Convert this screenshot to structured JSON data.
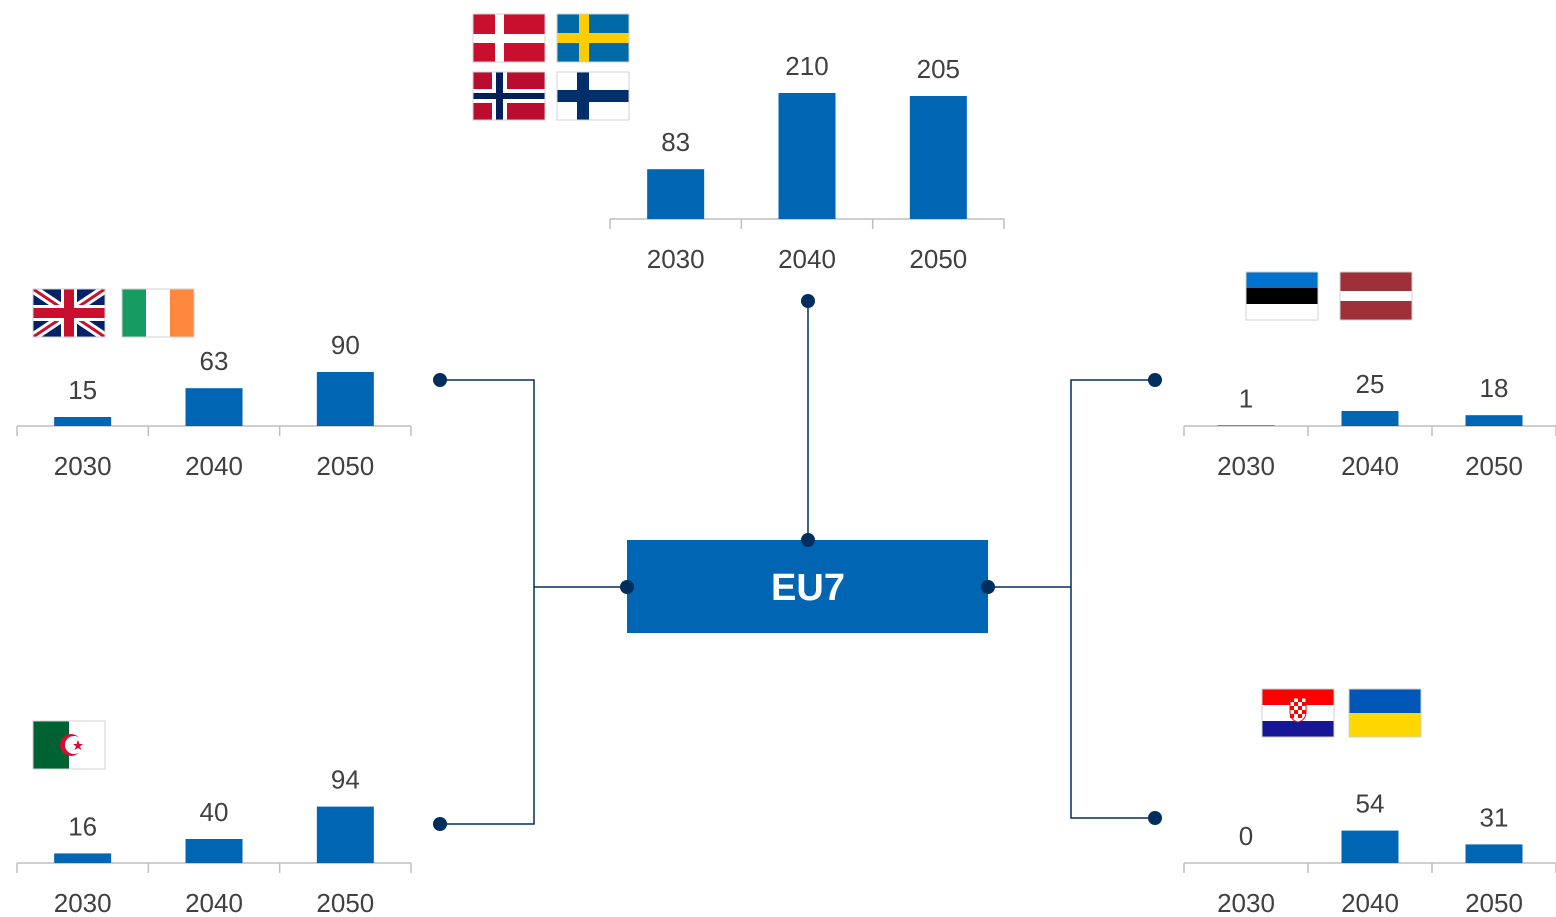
{
  "hub": {
    "label": "EU7"
  },
  "colors": {
    "bar": "#0066b3",
    "connector": "#002f5f",
    "axis": "#bfbfbf",
    "text": "#404040",
    "hub_fill": "#0066b3",
    "hub_text": "#ffffff"
  },
  "chart_data": [
    {
      "type": "bar",
      "region": "nordic",
      "flags": [
        "denmark-flag",
        "sweden-flag",
        "norway-flag",
        "finland-flag"
      ],
      "categories": [
        "2030",
        "2040",
        "2050"
      ],
      "values": [
        83,
        210,
        205
      ],
      "title": "",
      "xlabel": "",
      "ylabel": ""
    },
    {
      "type": "bar",
      "region": "uk-ireland",
      "flags": [
        "united-kingdom-flag",
        "ireland-flag"
      ],
      "categories": [
        "2030",
        "2040",
        "2050"
      ],
      "values": [
        15,
        63,
        90
      ],
      "title": "",
      "xlabel": "",
      "ylabel": ""
    },
    {
      "type": "bar",
      "region": "algeria",
      "flags": [
        "algeria-flag"
      ],
      "categories": [
        "2030",
        "2040",
        "2050"
      ],
      "values": [
        16,
        40,
        94
      ],
      "title": "",
      "xlabel": "",
      "ylabel": ""
    },
    {
      "type": "bar",
      "region": "baltic",
      "flags": [
        "estonia-flag",
        "latvia-flag"
      ],
      "categories": [
        "2030",
        "2040",
        "2050"
      ],
      "values": [
        1,
        25,
        18
      ],
      "title": "",
      "xlabel": "",
      "ylabel": ""
    },
    {
      "type": "bar",
      "region": "croatia-ukraine",
      "flags": [
        "croatia-flag",
        "ukraine-flag"
      ],
      "categories": [
        "2030",
        "2040",
        "2050"
      ],
      "values": [
        0,
        54,
        31
      ],
      "title": "",
      "xlabel": "",
      "ylabel": ""
    }
  ]
}
